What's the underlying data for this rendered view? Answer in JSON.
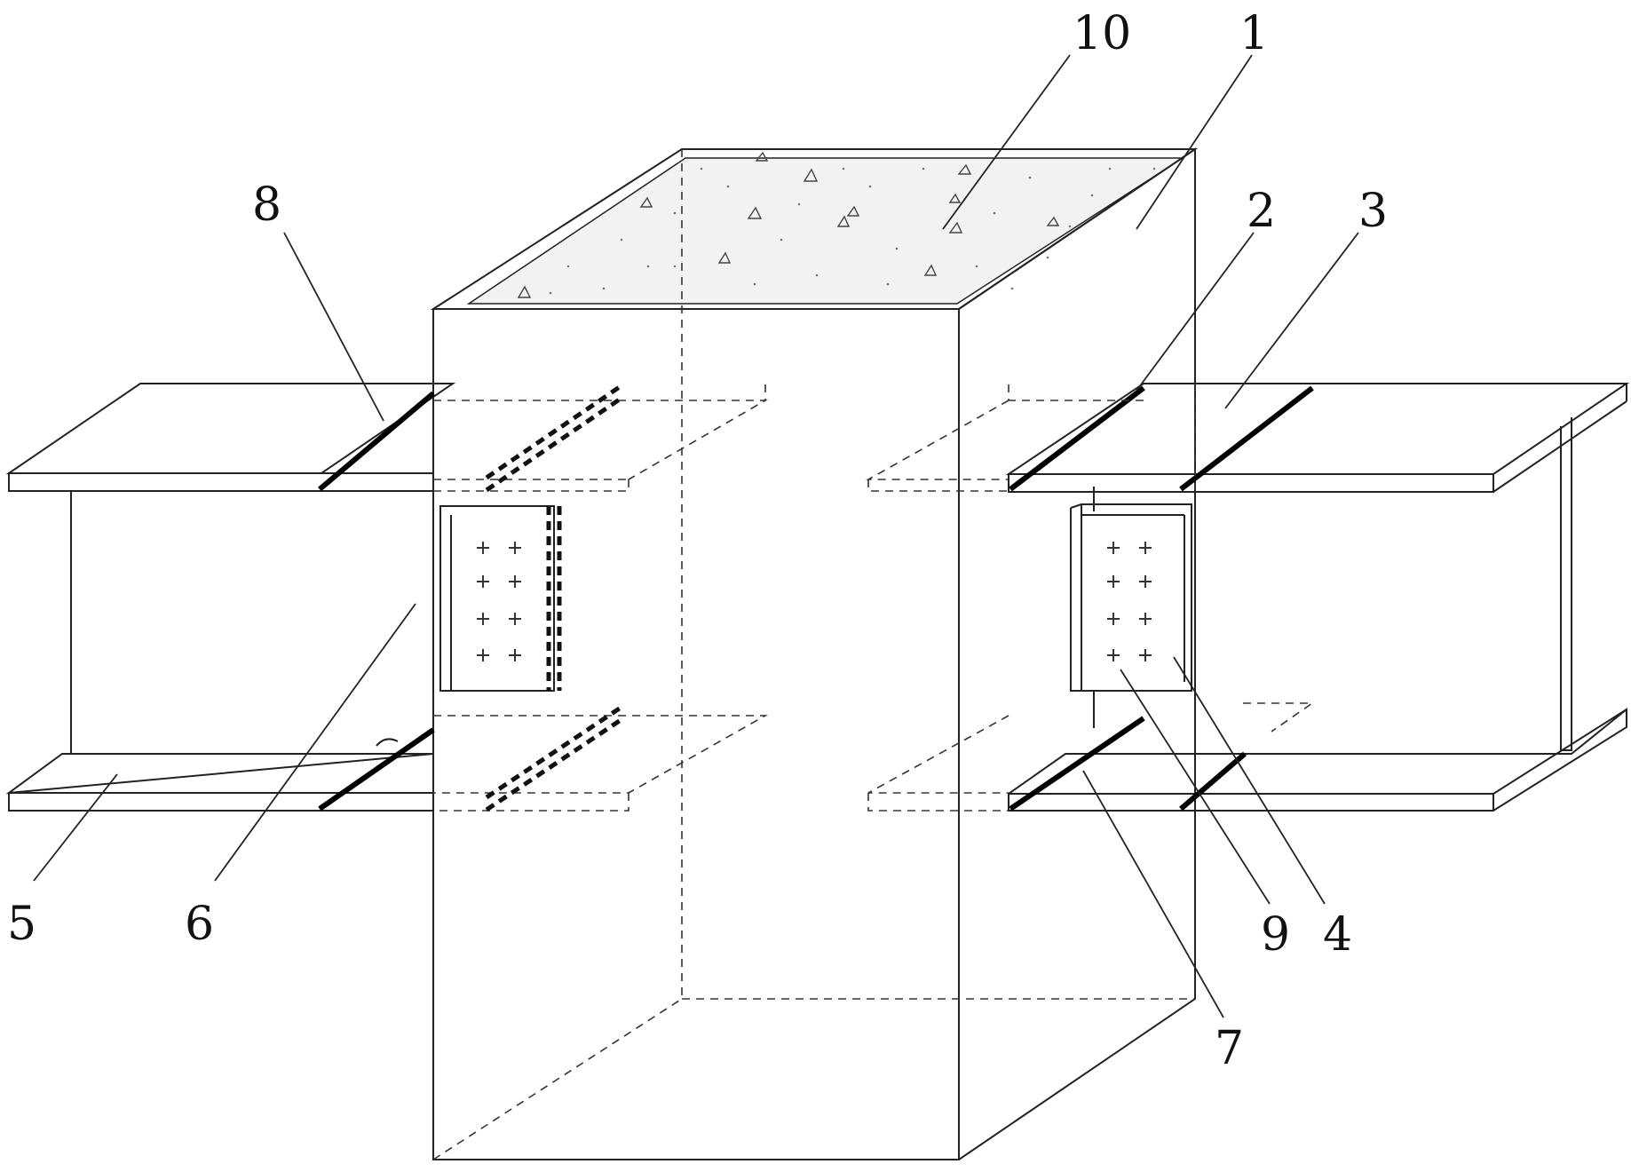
{
  "figure": {
    "labels": [
      {
        "id": "1",
        "text": "1"
      },
      {
        "id": "2",
        "text": "2"
      },
      {
        "id": "3",
        "text": "3"
      },
      {
        "id": "4",
        "text": "4"
      },
      {
        "id": "5",
        "text": "5"
      },
      {
        "id": "6",
        "text": "6"
      },
      {
        "id": "7",
        "text": "7"
      },
      {
        "id": "8",
        "text": "8"
      },
      {
        "id": "9",
        "text": "9"
      },
      {
        "id": "10",
        "text": "10"
      }
    ]
  },
  "colors": {
    "line": "#222222",
    "concrete_fill": "#f2f2f2",
    "background": "#ffffff"
  }
}
